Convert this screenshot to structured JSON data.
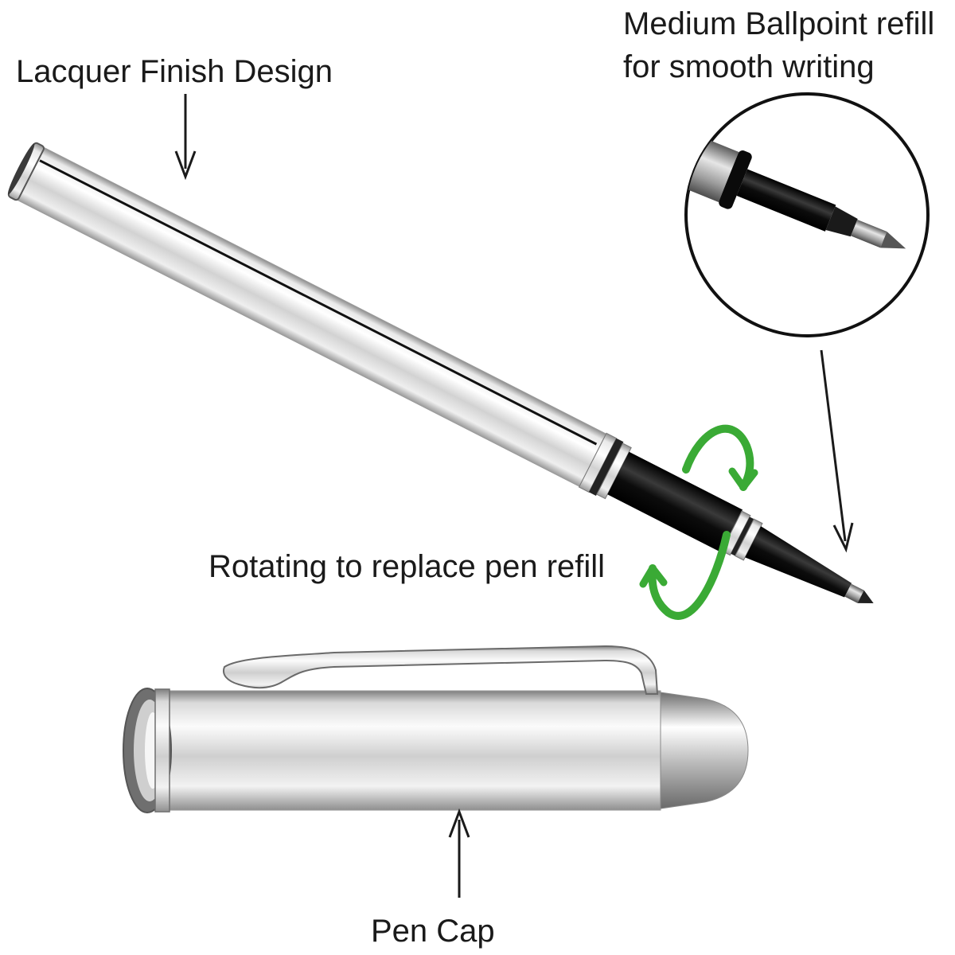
{
  "labels": {
    "lacquer": "Lacquer Finish Design",
    "refill_line1": "Medium Ballpoint refill",
    "refill_line2": "for smooth writing",
    "rotating": "Rotating to replace pen refill",
    "pen_cap": "Pen Cap"
  },
  "colors": {
    "background": "#ffffff",
    "arrow": "#1a1a1a",
    "rotation_arrow": "#3aaa35",
    "chrome_light": "#f4f4f4",
    "chrome_mid": "#c9c9c9",
    "chrome_dark": "#8a8a8a",
    "grip": "#111111"
  },
  "icons": {
    "down_arrow": "arrow-down-icon",
    "up_arrow": "arrow-up-icon",
    "rotate_arrows": "rotate-arrows-icon"
  }
}
